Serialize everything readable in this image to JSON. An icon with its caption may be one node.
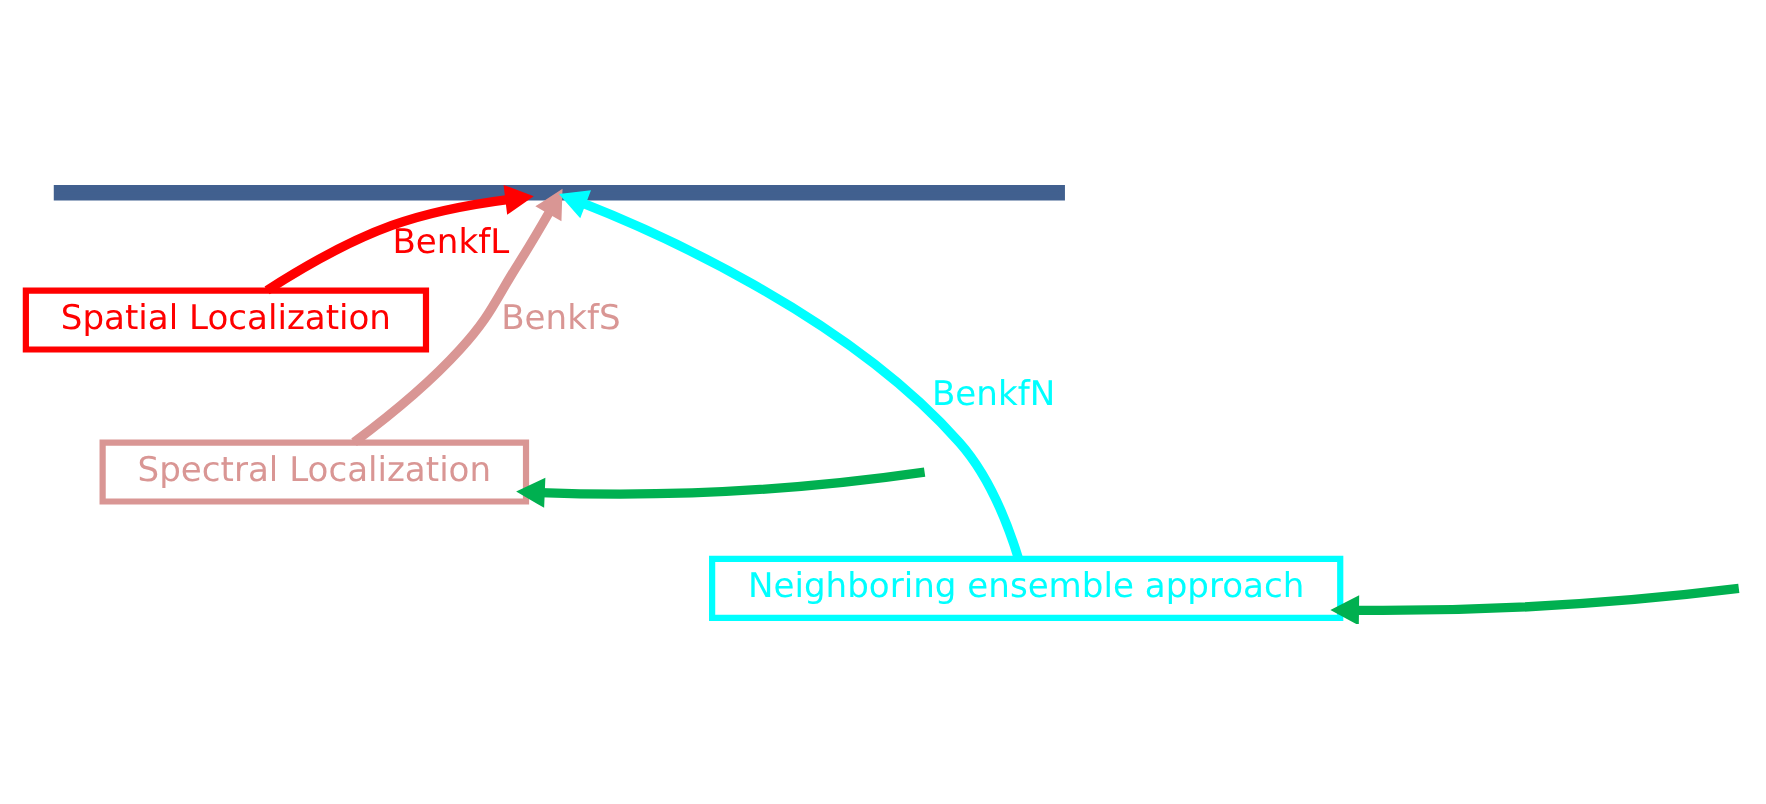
{
  "diagram": {
    "nodes": [
      {
        "text": [],
        "shape": "bar"
      },
      {
        "text": [
          "Spatial Localization"
        ]
      },
      {
        "text": [
          "Spectral Localization"
        ]
      },
      {
        "text": [
          "Neighboring ensemble approach"
        ]
      }
    ],
    "edges": [
      {
        "from": 3,
        "to": 0,
        "arrow": "to",
        "label": "BenkfN",
        "color": "#00ffff"
      },
      {
        "from": 2,
        "to": 0,
        "arrow": "to",
        "label": "BenkfS",
        "color": "#d99694"
      },
      {
        "from": 1,
        "to": 0,
        "arrow": "to",
        "label": "BenkfL",
        "color": "#ff0000"
      },
      {
        "from": null,
        "to": 2,
        "arrow": "to",
        "color": "#00b050"
      },
      {
        "from": null,
        "to": 3,
        "arrow": "to",
        "color": "#00b050"
      }
    ]
  }
}
